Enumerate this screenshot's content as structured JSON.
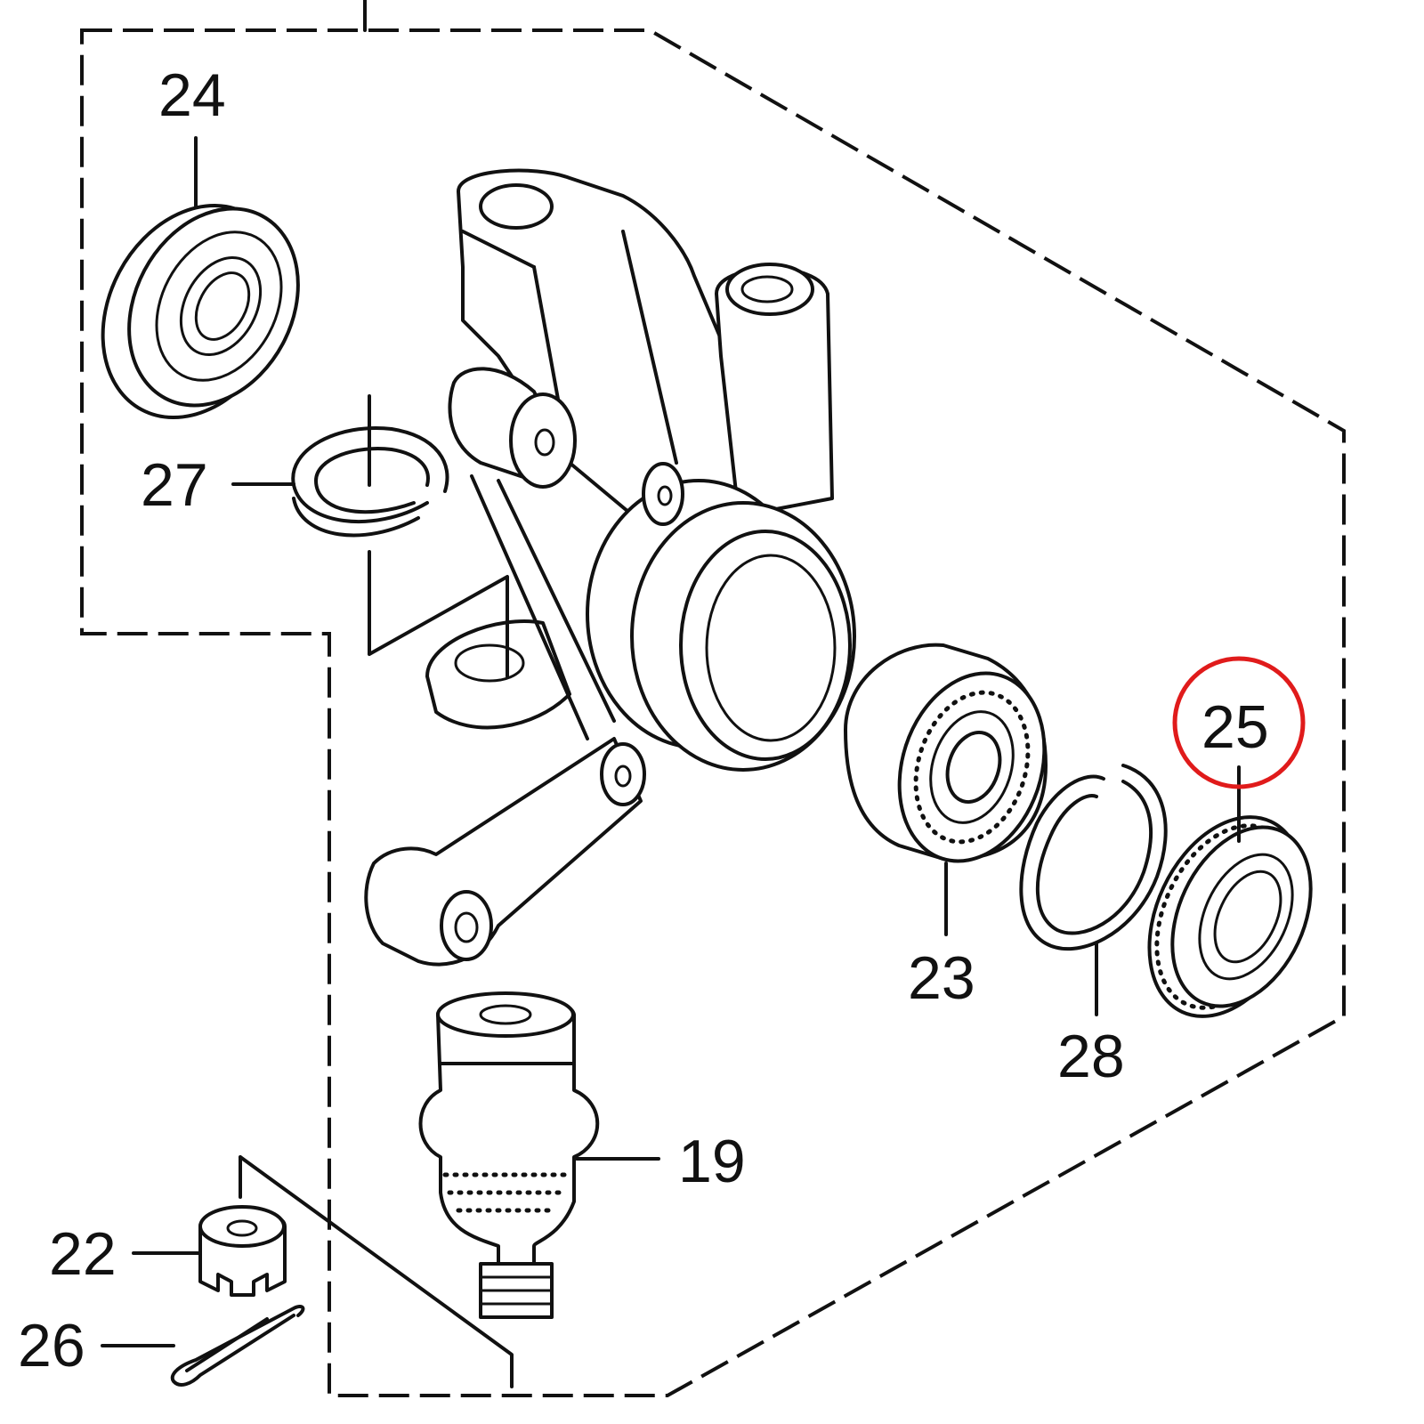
{
  "diagram": {
    "type": "exploded-parts-diagram",
    "callouts": [
      {
        "id": "24",
        "text": "24"
      },
      {
        "id": "27",
        "text": "27"
      },
      {
        "id": "23",
        "text": "23"
      },
      {
        "id": "28",
        "text": "28"
      },
      {
        "id": "25",
        "text": "25"
      },
      {
        "id": "19",
        "text": "19"
      },
      {
        "id": "22",
        "text": "22"
      },
      {
        "id": "26",
        "text": "26"
      }
    ],
    "highlight": {
      "callout": "25",
      "color": "#e01b1b"
    },
    "line_color": "#111111"
  }
}
